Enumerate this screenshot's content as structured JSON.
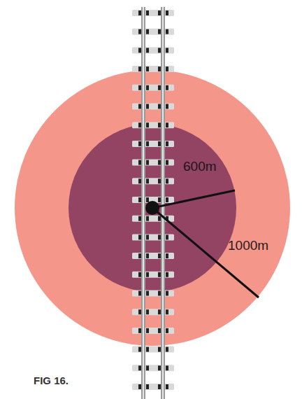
{
  "diagram": {
    "caption": "FIG 16.",
    "labels": [
      "600m",
      "1000m"
    ]
  }
}
